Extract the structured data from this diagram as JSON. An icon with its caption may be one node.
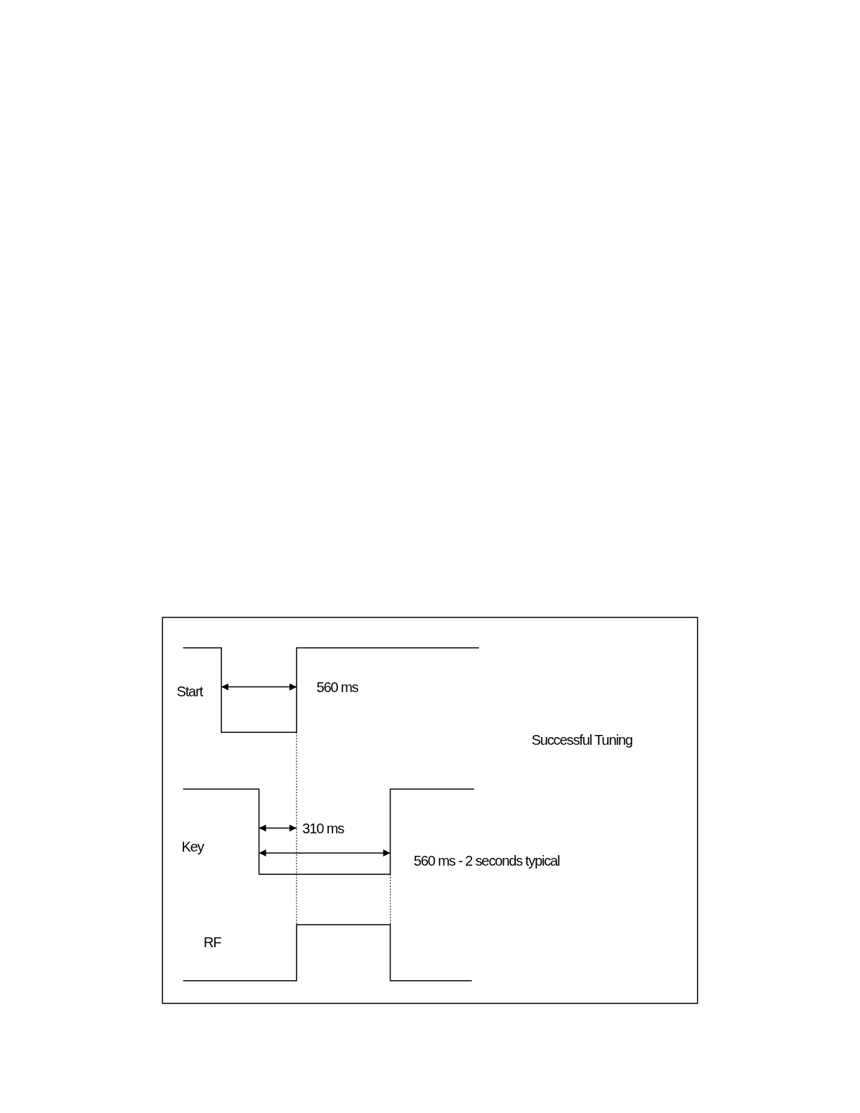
{
  "diagram": {
    "labels": [
      "Start",
      "560 ms",
      "Successful Tuning",
      "Key",
      "310 ms",
      "560 ms - 2 seconds typical",
      "RF"
    ]
  }
}
